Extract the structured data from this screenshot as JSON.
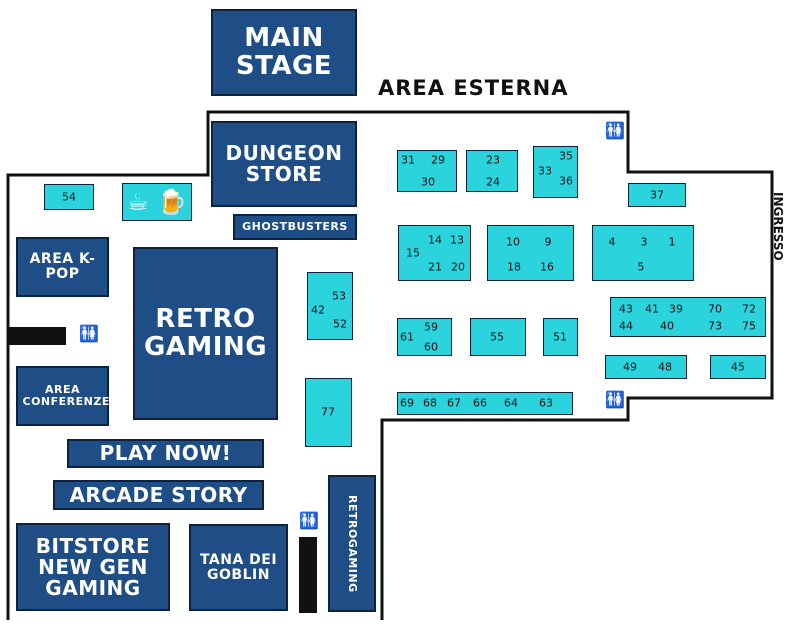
{
  "areas": {
    "main_stage": "MAIN STAGE",
    "area_esterna": "AREA ESTERNA",
    "dungeon_store": "DUNGEON STORE",
    "ghostbusters": "GHOSTBUSTERS",
    "area_kpop": "AREA K-POP",
    "retro_gaming": "RETRO GAMING",
    "area_conferenze": "AREA CONFERENZE",
    "play_now": "PLAY NOW!",
    "arcade_story": "ARCADE STORY",
    "bitstore": "BITSTORE NEW GEN GAMING",
    "tana_goblin": "TANA DEI GOBLIN",
    "retrogaming": "RETROGAMING",
    "ingresso": "INGRESSO"
  },
  "icons": {
    "restroom": "restroom-icon",
    "coffee": "coffee-cup-icon",
    "beer": "beer-mug-icon"
  },
  "colors": {
    "zone": "#1f4e86",
    "stand": "#2bd3dc"
  },
  "stands": {
    "s54": "54",
    "s31": "31",
    "s29": "29",
    "s30": "30",
    "s23": "23",
    "s24": "24",
    "s35": "35",
    "s33": "33",
    "s36": "36",
    "s37": "37",
    "s14": "14",
    "s13": "13",
    "s15": "15",
    "s21": "21",
    "s20": "20",
    "s10": "10",
    "s9": "9",
    "s18": "18",
    "s16": "16",
    "s4": "4",
    "s3": "3",
    "s1": "1",
    "s5": "5",
    "s53": "53",
    "s42": "42",
    "s52": "52",
    "s43": "43",
    "s41": "41",
    "s39": "39",
    "s70": "70",
    "s72": "72",
    "s44": "44",
    "s40": "40",
    "s73": "73",
    "s75": "75",
    "s59": "59",
    "s61": "61",
    "s60": "60",
    "s55": "55",
    "s51": "51",
    "s49": "49",
    "s48": "48",
    "s45": "45",
    "s77": "77",
    "s69": "69",
    "s68": "68",
    "s67": "67",
    "s66": "66",
    "s64": "64",
    "s63": "63"
  }
}
